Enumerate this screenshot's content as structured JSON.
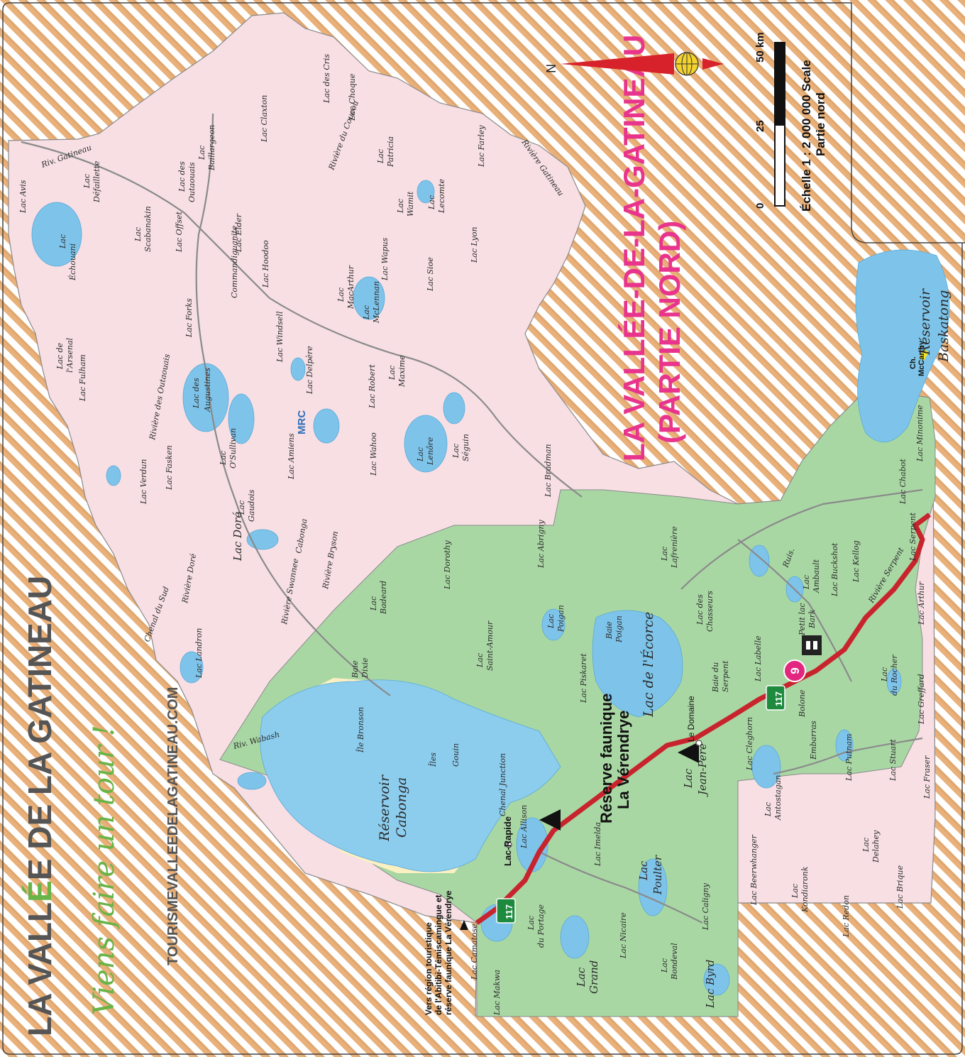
{
  "brand": {
    "title_part1": "LA VALL",
    "title_accent": "É",
    "title_part2": "E DE LA GATINEAU",
    "slogan": "Viens faire un tour !",
    "website": "TOURISMEVALLEEDELAGATINEAU.COM"
  },
  "map": {
    "title_line1": "LA VALLÉE-DE-LA-GATINEAU",
    "title_line2": "(PARTIE NORD)",
    "north_letter": "N",
    "scale": {
      "tick_0": "0",
      "tick_25": "25",
      "tick_50": "50 km",
      "caption": "Échelle 1 : 2 000 000 Scale",
      "subcaption": "Partie nord"
    },
    "route_shield": "117",
    "route_shield_2": "117",
    "pin_number": "9",
    "external_note_line1": "Vers région touristique",
    "external_note_line2": "de l'Abitibi-Témiscamingue et",
    "external_note_line3": "réserve faunique La Vérendrye",
    "reserve_name_line1": "Réserve faunique",
    "reserve_name_line2": "La Vérendrye",
    "mrc_label": "MRC",
    "places": {
      "lac_rapide": "Lac-Rapide",
      "le_domaine": "Le Domaine",
      "ch_mccarthy_1": "Ch.",
      "ch_mccarthy_2": "McCarthy"
    },
    "water_labels": {
      "reservoir_cabonga_1": "Réservoir",
      "reservoir_cabonga_2": "Cabonga",
      "reservoir_baskatong_1": "Réservoir",
      "reservoir_baskatong_2": "Baskatong",
      "lac_ecorce": "Lac de l'Écorce",
      "lac_jean_pere_1": "Lac",
      "lac_jean_pere_2": "Jean-Peré",
      "lac_grand_1": "Lac",
      "lac_grand_2": "Grand",
      "lac_poulter_1": "Lac",
      "lac_poulter_2": "Poulter",
      "lac_byrd": "Lac Byrd",
      "lac_dore": "Lac Doré",
      "lac_lenore_1": "Lac",
      "lac_lenore_2": "Lenôre",
      "lac_seguin_1": "Lac",
      "lac_seguin_2": "Séguin",
      "lac_augustines_1": "Lac des",
      "lac_augustines_2": "Augustines",
      "lac_osullivan_1": "Lac",
      "lac_osullivan_2": "O'Sullivan",
      "lac_mclennan_1": "Lac",
      "lac_mclennan_2": "McLennan",
      "lac_lecomte_1": "Lac",
      "lac_lecomte_2": "Lecomte",
      "lac_echouani_1": "Lac",
      "lac_echouani_2": "Échouani",
      "lac_saint_amour_1": "Lac",
      "lac_saint_amour_2": "Saint-Amour",
      "lac_poigan_1": "Lac",
      "lac_poigan_2": "Poigan",
      "chenal_junction": "Chenal Junction",
      "ile_bronson": "Île Bronson",
      "iles_gouin_1": "Îles",
      "iles_gouin_2": "Gouin",
      "baie_dixie_1": "Baie",
      "baie_dixie_2": "Dixie",
      "lac_piskaret": "Lac Piskaret",
      "lac_allison": "Lac Allison",
      "lac_imelda": "Lac Imelda",
      "lac_clegohorn": "Lac Cleghorn",
      "lac_caligny": "Lac Caligny",
      "lac_nicaire": "Lac Nicaire",
      "lac_bondeval_1": "Lac",
      "lac_bondeval_2": "Bondeval",
      "lac_camatose": "Lac Camatose",
      "lac_du_portage_1": "Lac",
      "lac_du_portage_2": "du Portage",
      "lac_makwa": "Lac Makwa",
      "lac_antostagan_1": "Lac",
      "lac_antostagan_2": "Antostagan",
      "lac_embarras": "Embarras",
      "lac_putnam": "Lac Putnam",
      "lac_stuart": "Lac Stuart",
      "lac_fraser": "Lac Fraser",
      "lac_greffard": "Lac Greffard",
      "lac_du_rocher_1": "Lac",
      "lac_du_rocher_2": "du Rocher",
      "lac_arthur": "Lac Arthur",
      "lac_serpent": "Lac Serpent",
      "lac_buckshot": "Lac Buckshot",
      "lac_kellog": "Lac Kellog",
      "lac_ambault_1": "Lac",
      "lac_ambault_2": "Ambault",
      "lac_chabot": "Lac Chabot",
      "lac_minonime": "Lac Minonime",
      "petit_lac_bark_1": "Petit lac",
      "petit_lac_bark_2": "Bark",
      "lac_labelle": "Lac Labelle",
      "lac_bolone": "Bolone",
      "lac_des_chasseurs_1": "Lac des",
      "lac_des_chasseurs_2": "Chasseurs",
      "lac_lafreniere_1": "Lac",
      "lac_lafreniere_2": "Lafrenière",
      "lac_dorothy": "Lac Dorothy",
      "lac_abrigny": "Lac Abrigny",
      "lac_badeard_1": "Lac",
      "lac_badeard_2": "Badeard",
      "baie_poigan_1": "Baie",
      "baie_poigan_2": "Poigan",
      "baie_du_serpent_1": "Baie du",
      "baie_du_serpent_2": "Serpent",
      "lac_landron": "Lac Landron",
      "lac_fulham": "Lac Fulham",
      "lac_de_l_arsenal_1": "Lac de",
      "lac_de_l_arsenal_2": "l'Arsenal",
      "lac_verdun": "Lac Verdun",
      "lac_fasken": "Lac Fasken",
      "lac_gaudois_1": "Lac",
      "lac_gaudois_2": "Gaudois",
      "lac_amiens": "Lac Amiens",
      "lac_wahoo": "Lac Wahoo",
      "lac_robert": "Lac Robert",
      "lac_maxime_1": "Lac",
      "lac_maxime_2": "Maxime",
      "lac_bradman": "Lac Bradman",
      "lac_forks": "Lac Forks",
      "lac_windsell": "Lac Windsell",
      "lac_delpere": "Lac Delpère",
      "lac_offset": "Lac Offset",
      "lac_elder": "Lac Elder",
      "lac_hoodoo": "Lac Hoodoo",
      "lac_macarthur_1": "Lac",
      "lac_macarthur_2": "MacArthur",
      "lac_wapus": "Lac Wapus",
      "lac_sioe": "Lac Sioe",
      "lac_lyon": "Lac Lyon",
      "lac_avis": "Lac Avis",
      "lac_defaillette_1": "Lac",
      "lac_defaillette_2": "Défaillette",
      "lac_scabanakin_1": "Lac",
      "lac_scabanakin_2": "Scabanakin",
      "lac_des_outaouais_1": "Lac des",
      "lac_des_outaouais_2": "Outaouais",
      "lac_baillargeon_1": "Lac",
      "lac_baillargeon_2": "Baillargeon",
      "lac_claxton": "Lac Claxton",
      "lac_des_cris": "Lac des Cris",
      "lac_choque": "Lac Choque",
      "lac_patricia_1": "Lac",
      "lac_patricia_2": "Patricia",
      "lac_farley": "Lac Farley",
      "lac_wamit_1": "Lac",
      "lac_wamit_2": "Wamit",
      "lac_brique": "Lac Brique",
      "lac_redon": "Lac Redon",
      "lac_delahey_1": "Lac",
      "lac_delahey_2": "Delahey",
      "lac_kondiaronk_1": "Lac",
      "lac_kondiaronk_2": "Kondiaronk",
      "lac_beerwhanger": "Lac Beerwhanger",
      "lac_comnickoukma": "Commandiguanite",
      "riviere_gatineau_1": "Riv. Gatineau",
      "riviere_gatineau_2": "Rivière Gatineau",
      "riviere_outaouais": "Rivière des Outaouais",
      "riviere_wabash": "Riv. Wabash",
      "riviere_serpent": "Rivière Serpent",
      "riviere_ruis": "Ruis.",
      "riviere_coucou": "Rivière du Coucou",
      "riviere_dore": "Rivière Doré",
      "chenal_du_sud": "Chenal du Sud",
      "riviere_swannee": "Rivière Swannee",
      "riviere_cabonga": "Cabonga",
      "riviere_bryson": "Rivière Bryson"
    }
  }
}
